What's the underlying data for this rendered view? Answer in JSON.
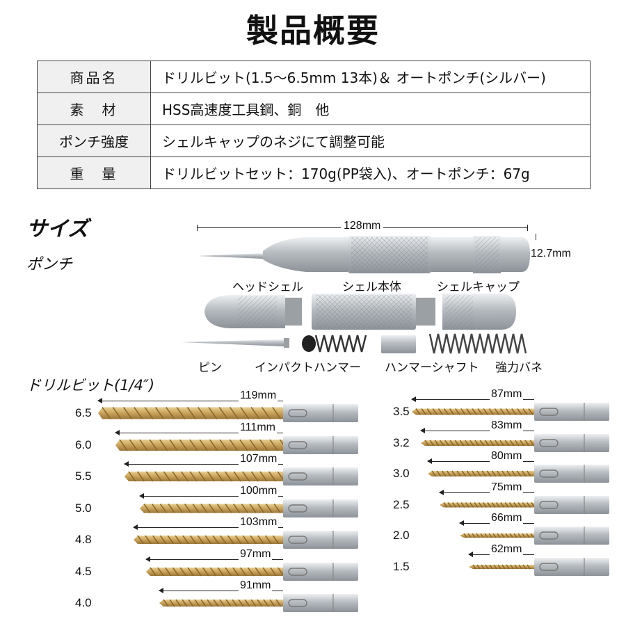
{
  "title": "製品概要",
  "specs": [
    {
      "key": "商品名",
      "value": "ドリルビット(1.5〜6.5mm 13本)＆ オートポンチ(シルバー)"
    },
    {
      "key": "素　材",
      "value": "HSS高速度工具鋼、銅　他"
    },
    {
      "key": "ポンチ強度",
      "value": "シェルキャップのネジにて調整可能"
    },
    {
      "key": "重　量",
      "value": "ドリルビットセット：170g(PP袋入)、オートポンチ：67g"
    }
  ],
  "size_heading": "サイズ",
  "punch_heading": "ポンチ",
  "punch": {
    "length": "128mm",
    "diameter": "12.7mm",
    "parts_top": [
      "ヘッドシェル",
      "シェル本体",
      "シェルキャップ"
    ],
    "parts_bottom": [
      "ピン",
      "インパクトハンマー",
      "ハンマーシャフト",
      "強力バネ"
    ]
  },
  "drill_heading": "ドリルビット(1/4″)",
  "drills_left": [
    {
      "size": "6.5",
      "length": "119mm",
      "length_value": 119,
      "dia": 6.5
    },
    {
      "size": "6.0",
      "length": "111mm",
      "length_value": 111,
      "dia": 6.0
    },
    {
      "size": "5.5",
      "length": "107mm",
      "length_value": 107,
      "dia": 5.5
    },
    {
      "size": "5.0",
      "length": "100mm",
      "length_value": 100,
      "dia": 5.0
    },
    {
      "size": "4.8",
      "length": "103mm",
      "length_value": 103,
      "dia": 4.8
    },
    {
      "size": "4.5",
      "length": "97mm",
      "length_value": 97,
      "dia": 4.5
    },
    {
      "size": "4.0",
      "length": "91mm",
      "length_value": 91,
      "dia": 4.0
    }
  ],
  "drills_right": [
    {
      "size": "3.5",
      "length": "87mm",
      "length_value": 87,
      "dia": 3.5
    },
    {
      "size": "3.2",
      "length": "83mm",
      "length_value": 83,
      "dia": 3.2
    },
    {
      "size": "3.0",
      "length": "80mm",
      "length_value": 80,
      "dia": 3.0
    },
    {
      "size": "2.5",
      "length": "75mm",
      "length_value": 75,
      "dia": 2.5
    },
    {
      "size": "2.0",
      "length": "66mm",
      "length_value": 66,
      "dia": 2.0
    },
    {
      "size": "1.5",
      "length": "62mm",
      "length_value": 62,
      "dia": 1.5
    }
  ],
  "colors": {
    "gold": "#c9a25a",
    "steel": "#c8ccd0",
    "text": "#111111"
  }
}
